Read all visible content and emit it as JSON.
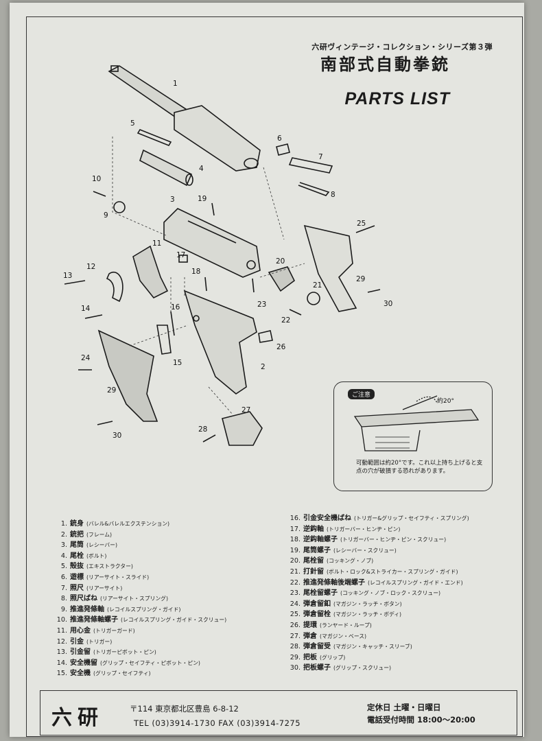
{
  "header": {
    "series": "六研ヴィンテージ・コレクション・シリーズ第３弾",
    "title": "南部式自動拳銃",
    "parts_list": "PARTS LIST"
  },
  "callouts": [
    "1",
    "2",
    "3",
    "4",
    "5",
    "6",
    "7",
    "8",
    "9",
    "10",
    "11",
    "12",
    "13",
    "14",
    "15",
    "16",
    "17",
    "18",
    "19",
    "20",
    "21",
    "22",
    "23",
    "24",
    "25",
    "26",
    "27",
    "28",
    "29",
    "29",
    "30",
    "30"
  ],
  "note": {
    "badge": "ご注意",
    "angle": "約20°",
    "text": "可動範囲は約20°です。これ以上持ち上げると支点の穴が破損する恐れがあります。"
  },
  "parts": [
    {
      "no": "1.",
      "name": "銃身",
      "kana": "(バレル&バレルエクステンション)"
    },
    {
      "no": "2.",
      "name": "銃把",
      "kana": "(フレーム)"
    },
    {
      "no": "3.",
      "name": "尾筒",
      "kana": "(レシーバー)"
    },
    {
      "no": "4.",
      "name": "尾栓",
      "kana": "(ボルト)"
    },
    {
      "no": "5.",
      "name": "殻抜",
      "kana": "(エキストラクター)"
    },
    {
      "no": "6.",
      "name": "遊標",
      "kana": "(リアーサイト・スライド)"
    },
    {
      "no": "7.",
      "name": "照尺",
      "kana": "(リアーサイト)"
    },
    {
      "no": "8.",
      "name": "照尺ばね",
      "kana": "(リアーサイト・スプリング)"
    },
    {
      "no": "9.",
      "name": "推進発條軸",
      "kana": "(レコイルスプリング・ガイド)"
    },
    {
      "no": "10.",
      "name": "推進発條軸螺子",
      "kana": "(レコイルスプリング・ガイド・スクリュー)"
    },
    {
      "no": "11.",
      "name": "用心金",
      "kana": "(トリガーガード)"
    },
    {
      "no": "12.",
      "name": "引金",
      "kana": "(トリガー)"
    },
    {
      "no": "13.",
      "name": "引金留",
      "kana": "(トリガーピボット・ピン)"
    },
    {
      "no": "14.",
      "name": "安全機留",
      "kana": "(グリップ・セイフティ・ピボット・ピン)"
    },
    {
      "no": "15.",
      "name": "安全機",
      "kana": "(グリップ・セイフティ)"
    },
    {
      "no": "16.",
      "name": "引金安全機ばね",
      "kana": "(トリガー&グリップ・セイフティ・スプリング)"
    },
    {
      "no": "17.",
      "name": "逆鈎軸",
      "kana": "(トリガーバー・ヒンヂ・ピン)"
    },
    {
      "no": "18.",
      "name": "逆鈎軸螺子",
      "kana": "(トリガーバー・ヒンヂ・ピン・スクリュー)"
    },
    {
      "no": "19.",
      "name": "尾筒螺子",
      "kana": "(レシーバー・スクリュー)"
    },
    {
      "no": "20.",
      "name": "尾栓留",
      "kana": "(コッキング・ノブ)"
    },
    {
      "no": "21.",
      "name": "打針留",
      "kana": "(ボルト・ロック&ストライカー・スプリング・ガイド)"
    },
    {
      "no": "22.",
      "name": "推進発條軸後端螺子",
      "kana": "(レコイルスプリング・ガイド・エンド)"
    },
    {
      "no": "23.",
      "name": "尾栓留螺子",
      "kana": "(コッキング・ノブ・ロック・スクリュー)"
    },
    {
      "no": "24.",
      "name": "弾倉留釦",
      "kana": "(マガジン・ラッチ・ボタン)"
    },
    {
      "no": "25.",
      "name": "弾倉留栓",
      "kana": "(マガジン・ラッチ・ボディ)"
    },
    {
      "no": "26.",
      "name": "提環",
      "kana": "(ランヤード・ループ)"
    },
    {
      "no": "27.",
      "name": "弾倉",
      "kana": "(マガジン・ベース)"
    },
    {
      "no": "28.",
      "name": "弾倉留受",
      "kana": "(マガジン・キャッチ・スリーブ)"
    },
    {
      "no": "29.",
      "name": "把板",
      "kana": "(グリップ)"
    },
    {
      "no": "30.",
      "name": "把板螺子",
      "kana": "(グリップ・スクリュー)"
    }
  ],
  "footer": {
    "brand": "六研",
    "address": "〒114 東京都北区豊島 6-8-12",
    "tel": "TEL (03)3914-1730  FAX (03)3914-7275",
    "closed": "定休日 土曜・日曜日",
    "hours": "電話受付時間 18:00～20:00"
  }
}
